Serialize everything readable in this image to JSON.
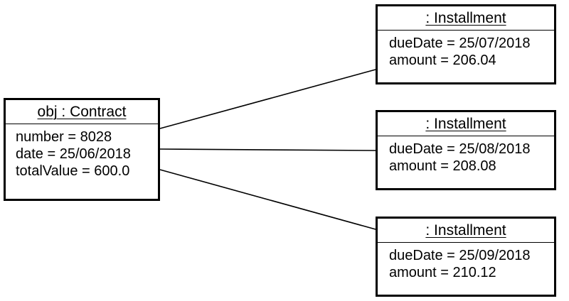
{
  "contract": {
    "name": "obj : Contract",
    "attributes": [
      "number = 8028",
      "date = 25/06/2018",
      "totalValue = 600.0"
    ]
  },
  "installments": [
    {
      "name": ": Installment",
      "attributes": [
        "dueDate = 25/07/2018",
        "amount = 206.04"
      ]
    },
    {
      "name": ": Installment",
      "attributes": [
        "dueDate = 25/08/2018",
        "amount = 208.08"
      ]
    },
    {
      "name": ": Installment",
      "attributes": [
        "dueDate = 25/09/2018",
        "amount = 210.12"
      ]
    }
  ],
  "colors": {
    "line": "#000000",
    "background": "#ffffff"
  }
}
